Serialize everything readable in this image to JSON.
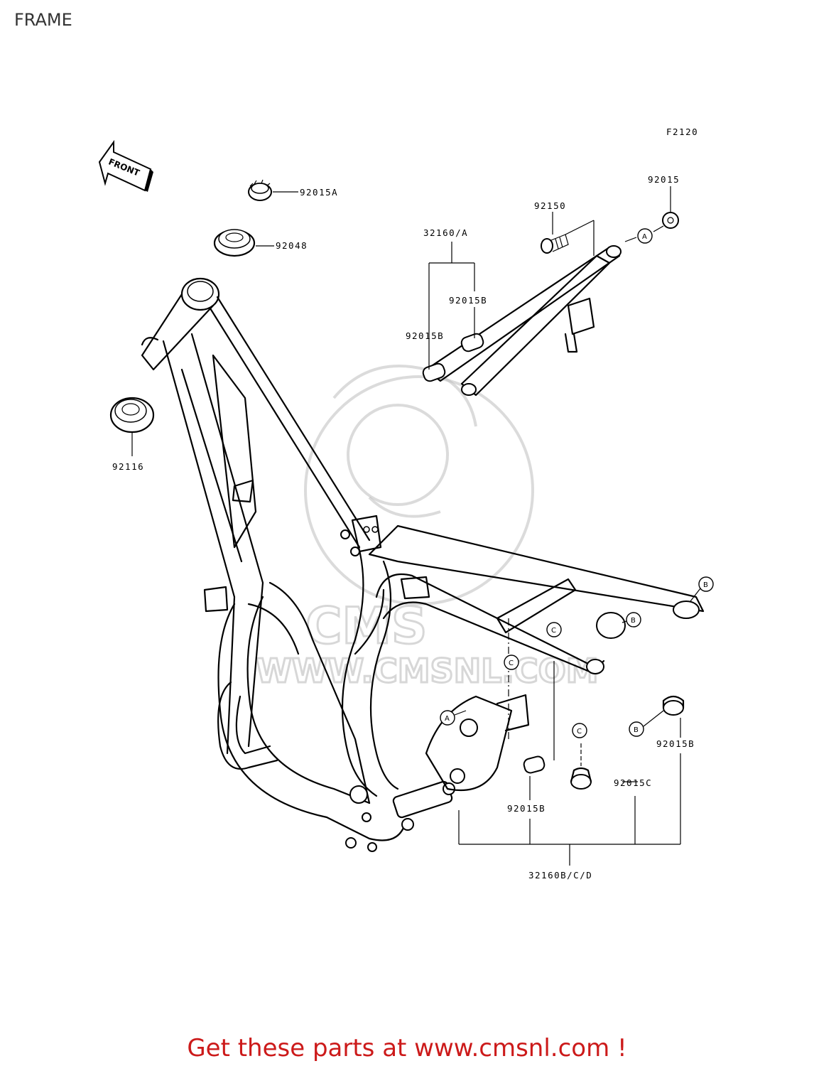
{
  "header": {
    "title": "FRAME"
  },
  "diagram": {
    "code": "F2120",
    "front_label": "FRONT",
    "parts": {
      "p92015A": "92015A",
      "p92048": "92048",
      "p92116": "92116",
      "p32160A": "32160/A",
      "p92150": "92150",
      "p92015": "92015",
      "p92015B_a": "92015B",
      "p92015B_b": "92015B",
      "p92015B_c": "92015B",
      "p92015B_d": "92015B",
      "p92015C": "92015C",
      "p32160BCD": "32160B/C/D"
    },
    "callouts": {
      "A1": "A",
      "A2": "A",
      "B1": "B",
      "B2": "B",
      "B3": "B",
      "C1": "C",
      "C2": "C",
      "C3": "C"
    },
    "watermark": "WWW.CMSNL.COM"
  },
  "footer": {
    "text": "Get these parts at www.cmsnl.com !"
  }
}
